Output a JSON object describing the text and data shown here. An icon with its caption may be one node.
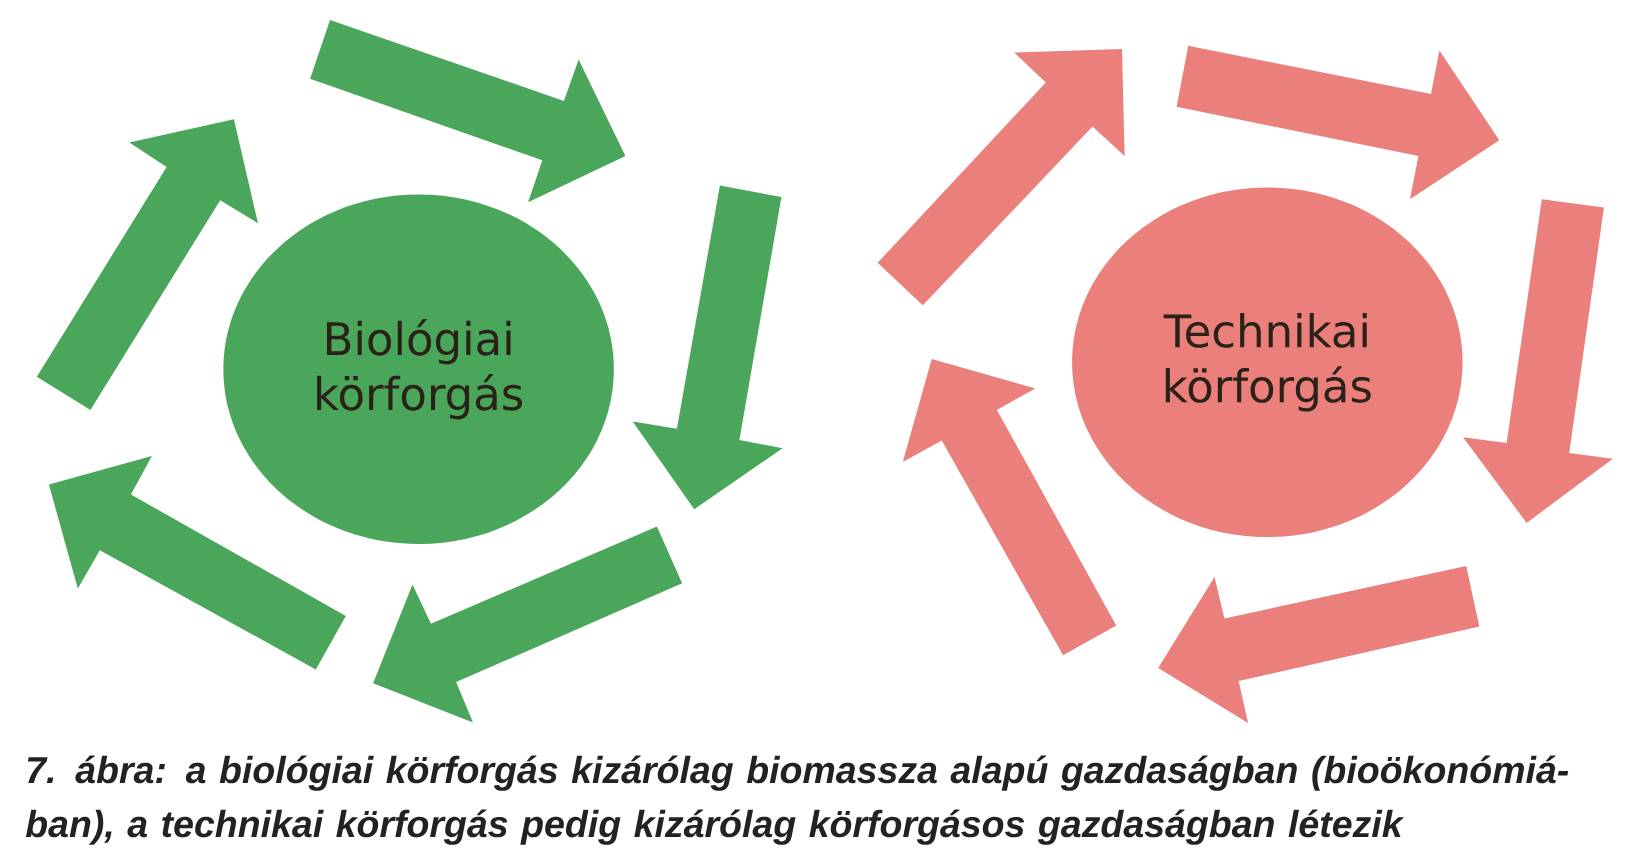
{
  "diagram": {
    "nodes": [
      {
        "text": [
          "Biológiai körforgás"
        ]
      },
      {
        "text": [
          "Technikai körforgás"
        ]
      }
    ],
    "caption": "7. ábra: a biológiai körforgás kizárólag biomassza alapú gazdaságban (bioökonómiá-ban), a technikai körforgás pedig kizárólag körforgásos gazdaságban létezik"
  }
}
